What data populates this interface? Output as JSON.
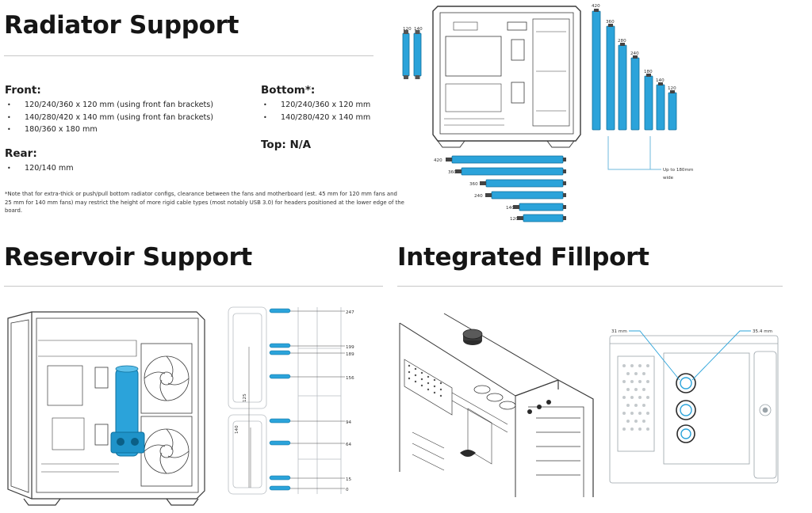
{
  "radiator": {
    "title": "Radiator Support",
    "front": {
      "heading": "Front:",
      "items": [
        "120/240/360 x 120 mm (using front fan brackets)",
        "140/280/420 x 140 mm (using front fan brackets)",
        "180/360 x 180 mm"
      ]
    },
    "rear": {
      "heading": "Rear:",
      "items": [
        "120/140 mm"
      ]
    },
    "bottom": {
      "heading": "Bottom*:",
      "items": [
        "120/240/360 x 120 mm",
        "140/280/420 x 140 mm"
      ]
    },
    "top": {
      "heading": "Top: N/A"
    },
    "note": "*Note that for extra-thick or push/pull bottom radiator configs, clearance between the fans and motherboard (est. 45 mm for 120 mm fans and 25 mm for 140 mm fans) may restrict the height of more rigid cable types (most notably USB 3.0) for headers positioned at the lower edge of the board.",
    "diagram": {
      "rear_labels": [
        "120",
        "140"
      ],
      "front_labels": [
        "420",
        "360",
        "280",
        "240",
        "180",
        "140",
        "120"
      ],
      "bottom_labels": [
        "420",
        "360",
        "360",
        "240",
        "140",
        "120"
      ],
      "width_note": [
        "Up to 180mm",
        "wide"
      ]
    }
  },
  "reservoir": {
    "title": "Reservoir Support",
    "ticks": [
      "247",
      "199",
      "189",
      "156",
      "94",
      "64",
      "15",
      "0"
    ],
    "dims": [
      "125",
      "140"
    ]
  },
  "fillport": {
    "title": "Integrated Fillport",
    "labels": [
      "31 mm",
      "35.4 mm"
    ]
  },
  "colors": {
    "accent": "#2ba3da",
    "accent_dark": "#0e6f9c",
    "line": "#3a3a3a"
  }
}
